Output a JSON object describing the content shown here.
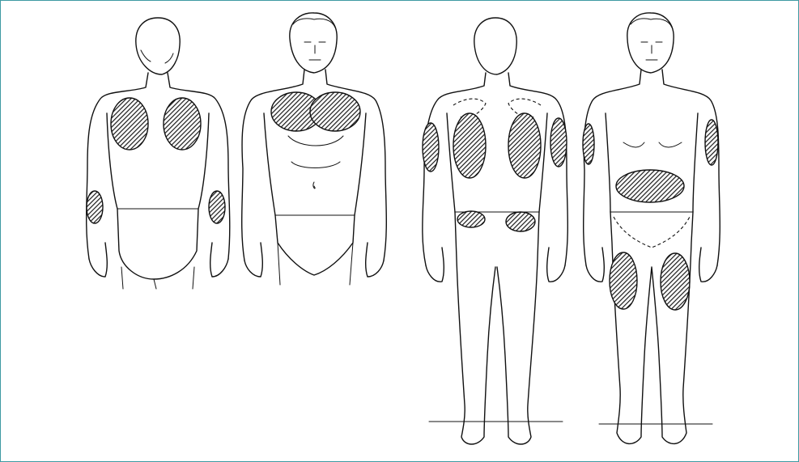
{
  "figure": {
    "frame_color": "#3f9aa3",
    "hatch_color": "#1a1a1a",
    "figures": [
      {
        "view": "back",
        "length": "upper-body",
        "zones": [
          "left-shoulder-blade",
          "right-shoulder-blade",
          "left-forearm",
          "right-forearm"
        ]
      },
      {
        "view": "front",
        "length": "upper-body",
        "zones": [
          "chest"
        ]
      },
      {
        "view": "back",
        "length": "full-body",
        "zones": [
          "left-upper-back",
          "right-upper-back",
          "left-upper-arm",
          "right-upper-arm",
          "left-lower-back",
          "right-lower-back"
        ]
      },
      {
        "view": "front",
        "length": "full-body",
        "zones": [
          "abdomen",
          "left-upper-arm",
          "right-upper-arm",
          "left-thigh",
          "right-thigh"
        ]
      }
    ]
  }
}
